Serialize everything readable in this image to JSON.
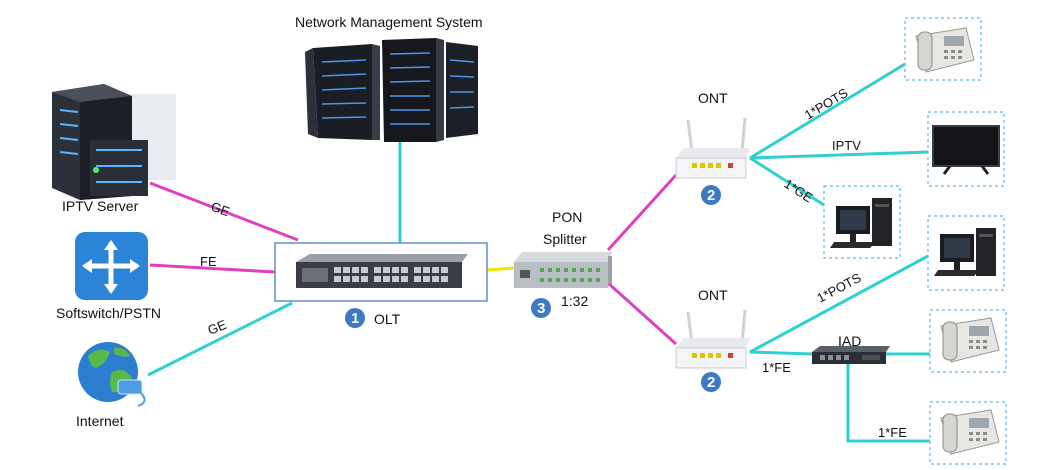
{
  "title": "Network Management System",
  "nodes": {
    "iptv_server": "IPTV Server",
    "softswitch": "Softswitch/PSTN",
    "internet": "Internet",
    "olt": "OLT",
    "splitter_line1": "PON",
    "splitter_line2": "Splitter",
    "split_ratio": "1:32",
    "ont_top": "ONT",
    "ont_bottom": "ONT",
    "iad": "IAD"
  },
  "badges": {
    "olt": "1",
    "ont_top": "2",
    "ont_bottom": "2",
    "splitter": "3"
  },
  "links": {
    "iptv_ge": "GE",
    "softswitch_fe": "FE",
    "internet_ge": "GE",
    "pots_top": "1*POTS",
    "iptv": "IPTV",
    "ge_pc": "1*GE",
    "pots_bottom": "1*POTS",
    "fe_iad": "1*FE",
    "fe_phone": "1*FE"
  },
  "colors": {
    "cyan_link": "#2fd0d0",
    "magenta_link": "#e040c0",
    "yellow_link": "#f3e600",
    "badge": "#3c7bc4",
    "dashed_box": "#5fb8e8"
  }
}
